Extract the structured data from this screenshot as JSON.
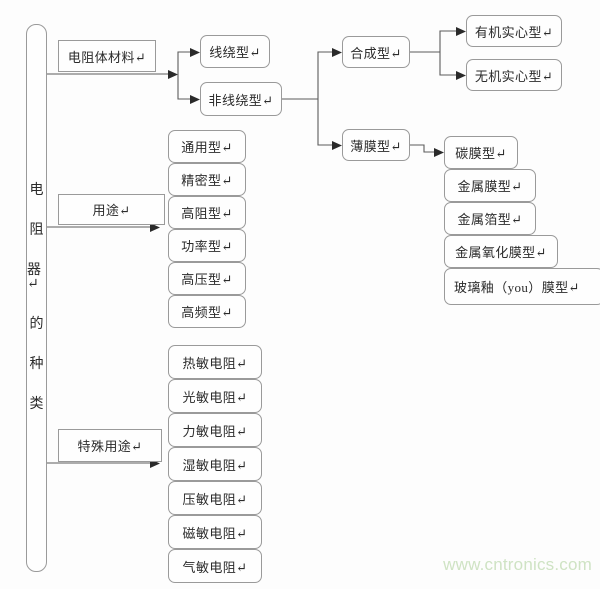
{
  "diagram": {
    "title": "电阻器的种类",
    "root": {
      "label": "电阻器的种类",
      "chars": [
        "电",
        "阻",
        "器↵",
        "的",
        "种",
        "类"
      ]
    },
    "level1": [
      {
        "id": "material",
        "label": "电阻体材料↵"
      },
      {
        "id": "usage",
        "label": "用途↵"
      },
      {
        "id": "special",
        "label": "特殊用途↵"
      }
    ],
    "material_children": [
      {
        "id": "wirewound",
        "label": "线绕型↵"
      },
      {
        "id": "nonwirewound",
        "label": "非线绕型↵"
      }
    ],
    "nonwirewound_children": [
      {
        "id": "synthetic",
        "label": "合成型↵"
      },
      {
        "id": "film",
        "label": "薄膜型↵"
      }
    ],
    "synthetic_children": [
      {
        "id": "organic-solid",
        "label": "有机实心型↵"
      },
      {
        "id": "inorganic-solid",
        "label": "无机实心型↵"
      }
    ],
    "film_children": [
      {
        "id": "carbon-film",
        "label": "碳膜型↵"
      },
      {
        "id": "metal-film",
        "label": "金属膜型↵"
      },
      {
        "id": "metal-foil",
        "label": "金属箔型↵"
      },
      {
        "id": "metal-oxide-film",
        "label": "金属氧化膜型↵"
      },
      {
        "id": "glass-glaze-film",
        "label": "玻璃釉（you）膜型↵"
      }
    ],
    "usage_children": [
      {
        "id": "general",
        "label": "通用型↵"
      },
      {
        "id": "precision",
        "label": "精密型↵"
      },
      {
        "id": "high-resistance",
        "label": "高阻型↵"
      },
      {
        "id": "power",
        "label": "功率型↵"
      },
      {
        "id": "high-voltage",
        "label": "高压型↵"
      },
      {
        "id": "high-frequency",
        "label": "高频型↵"
      }
    ],
    "special_children": [
      {
        "id": "thermistor",
        "label": "热敏电阻↵"
      },
      {
        "id": "photoresistor",
        "label": "光敏电阻↵"
      },
      {
        "id": "force-sensor",
        "label": "力敏电阻↵"
      },
      {
        "id": "humidity",
        "label": "湿敏电阻↵"
      },
      {
        "id": "varistor",
        "label": "压敏电阻↵"
      },
      {
        "id": "magneto",
        "label": "磁敏电阻↵"
      },
      {
        "id": "gas-sensor",
        "label": "气敏电阻↵"
      }
    ]
  },
  "watermark": {
    "text": "www.cntronics.com",
    "color": "#cfe3c4"
  },
  "colors": {
    "box_border": "#9a9a9a",
    "box_fill": "#fefefe",
    "text": "#2b2b2b",
    "wire": "#5b5b5b",
    "background": "#fdfdfd"
  }
}
